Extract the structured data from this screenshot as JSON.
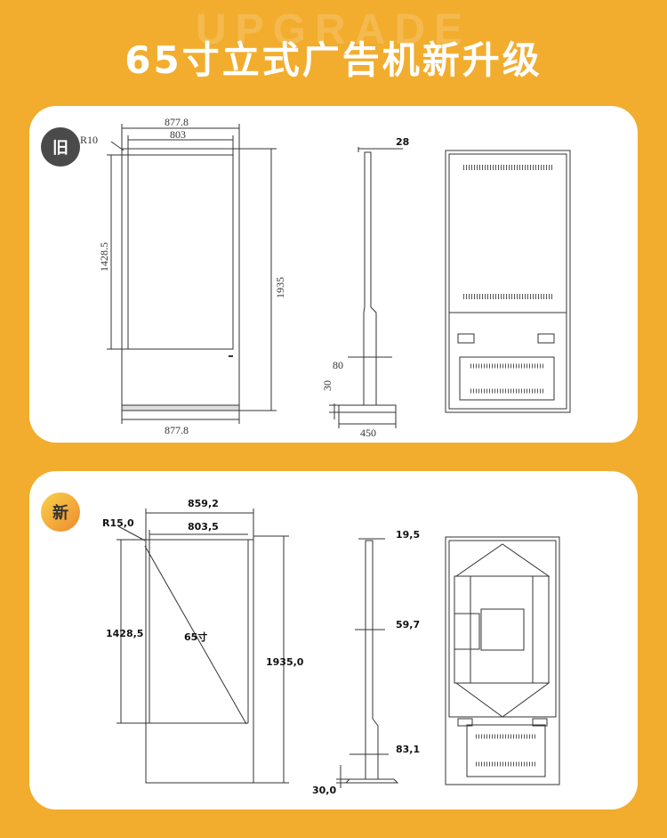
{
  "header": {
    "background_word": "UPGRADE",
    "title": "65寸立式广告机新升级"
  },
  "old": {
    "badge": "旧",
    "front": {
      "width_outer": "877.8",
      "width_screen": "803",
      "corner_radius": "R10",
      "screen_height": "1428.5",
      "total_height": "1935",
      "base_width": "877.8"
    },
    "side": {
      "top_depth": "28",
      "column_depth": "80",
      "base_height": "30",
      "base_depth": "450"
    }
  },
  "new": {
    "badge": "新",
    "front": {
      "width_outer": "859,2",
      "width_screen": "803,5",
      "corner_radius": "R15,0",
      "screen_height": "1428,5",
      "diagonal": "65寸",
      "total_height": "1935,0"
    },
    "side": {
      "top_depth": "19,5",
      "mid_depth": "59,7",
      "lower_depth": "83,1",
      "base_height": "30,0"
    }
  },
  "colors": {
    "background": "#f2ad2e",
    "card": "#ffffff",
    "badge_old": "#4a4a4a",
    "badge_new": "#f4b13c"
  }
}
